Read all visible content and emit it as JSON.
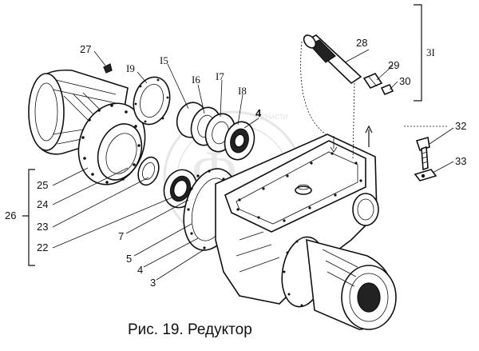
{
  "caption": "Рис. 19. Редуктор",
  "watermark": {
    "text": "ЗАПЧАСТИ",
    "letter": "Ф"
  },
  "labels": {
    "l3": "3",
    "l4a": "4",
    "l4b": "4",
    "l5": "5",
    "l7": "7",
    "l15": "I5",
    "l16": "I6",
    "l17": "I7",
    "l18": "I8",
    "l19": "I9",
    "l22": "22",
    "l23": "23",
    "l24": "24",
    "l25": "25",
    "l26": "26",
    "l27": "27",
    "l28": "28",
    "l29": "29",
    "l30": "30",
    "l31": "3I",
    "l32": "32",
    "l33": "33"
  }
}
